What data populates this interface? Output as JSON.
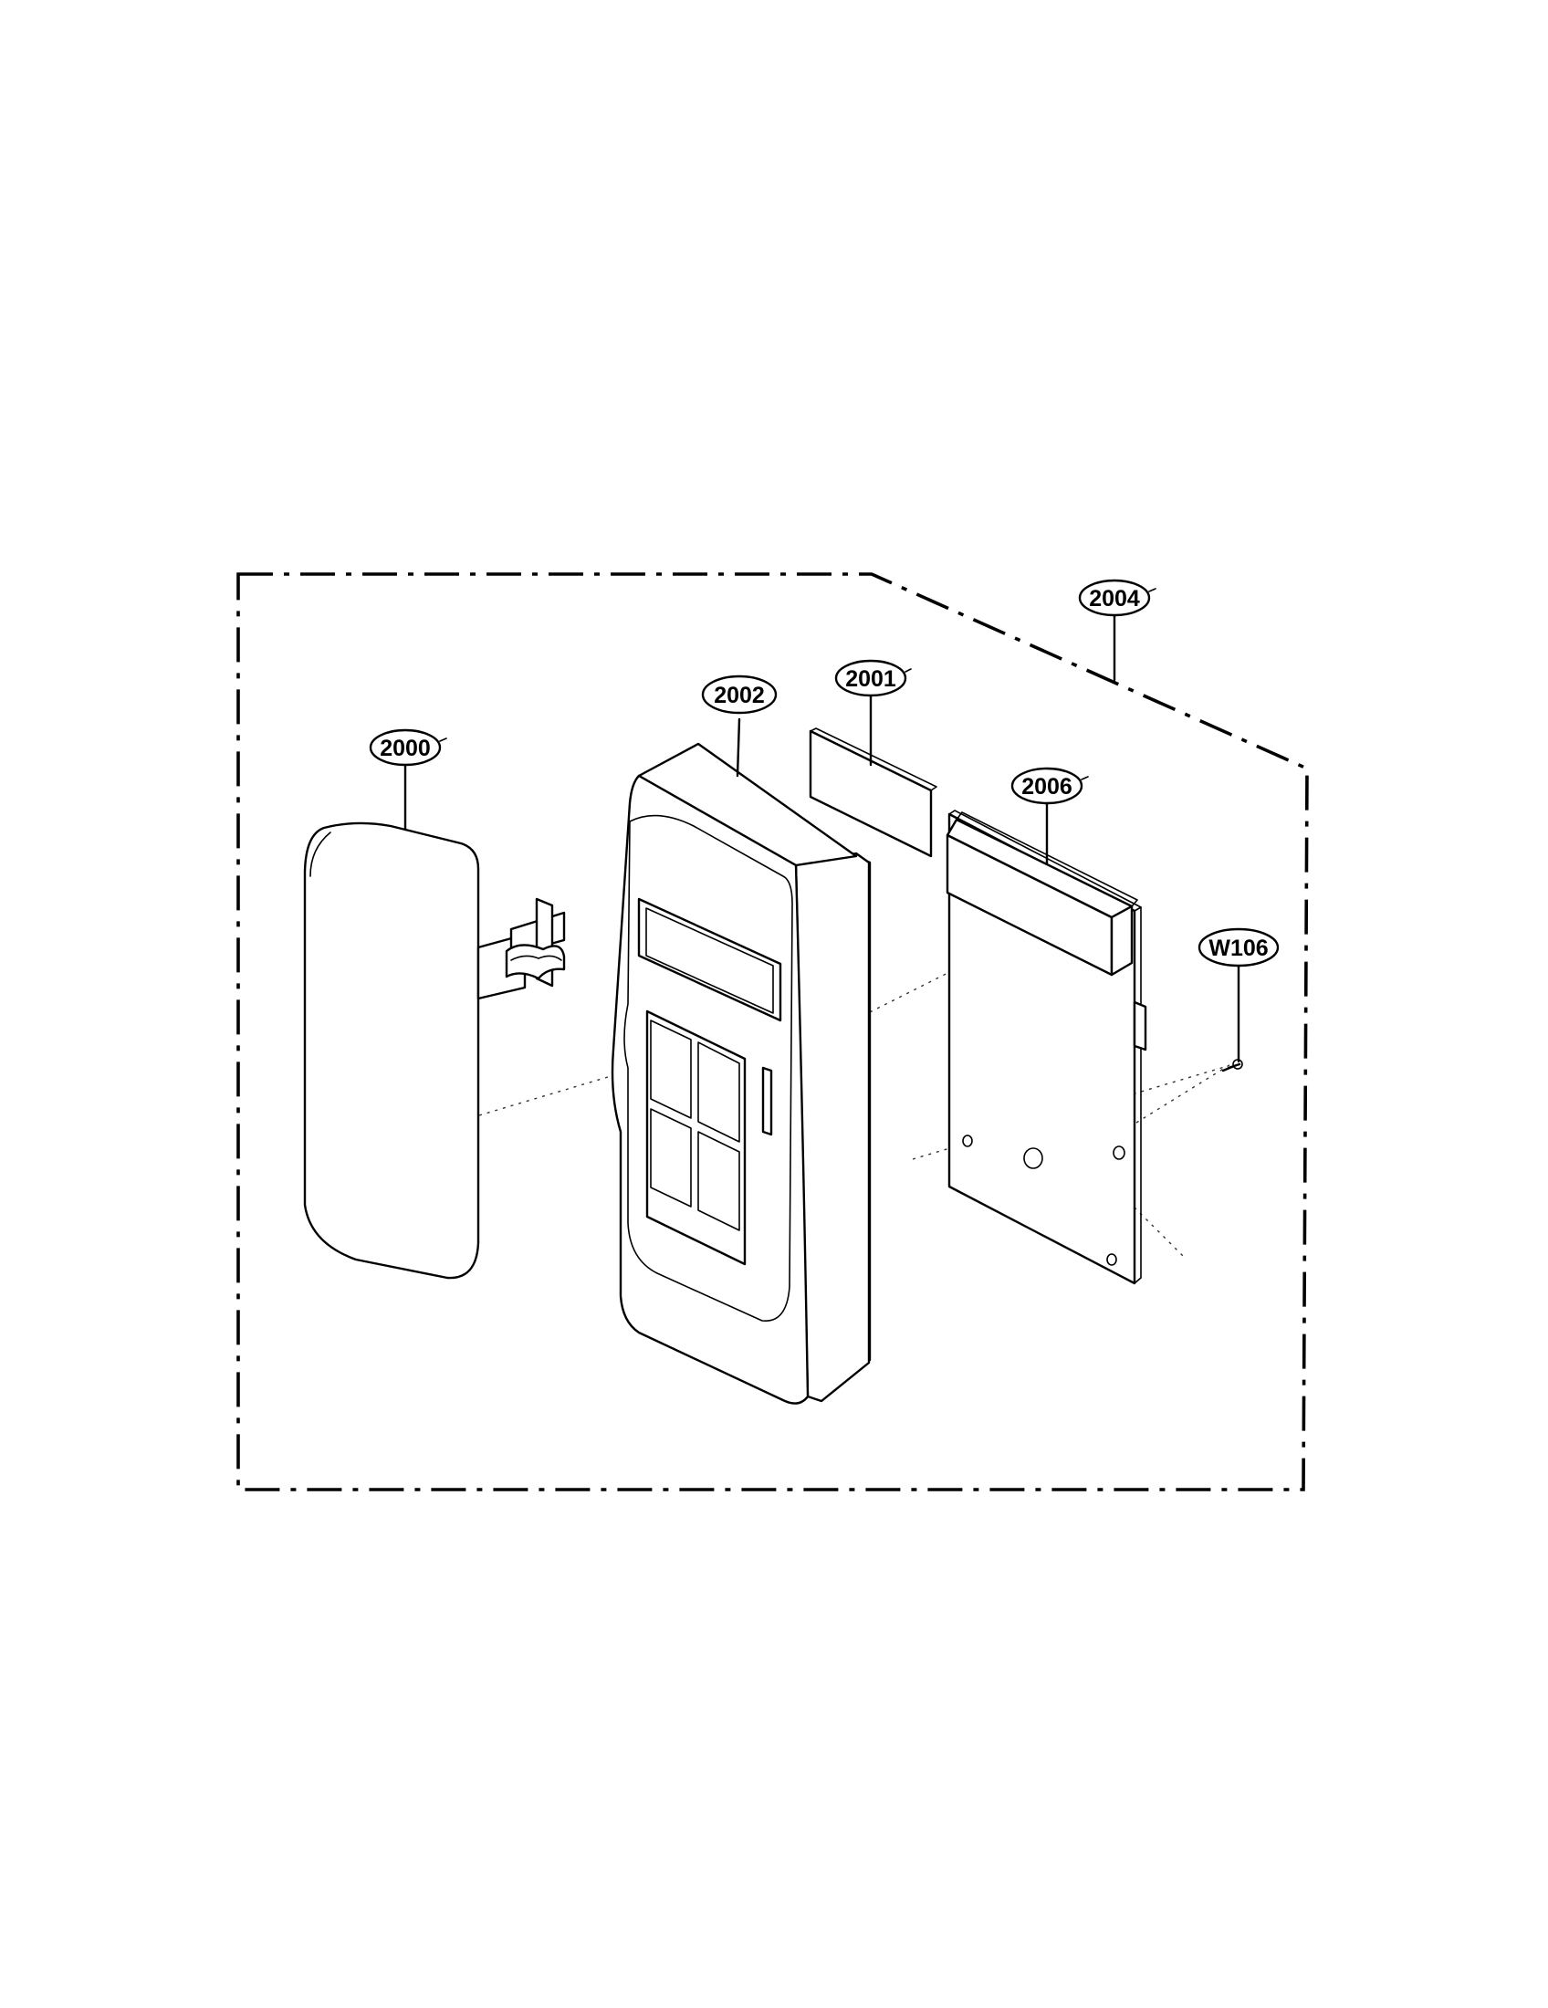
{
  "callouts": {
    "c2000": "2000",
    "c2001": "2001",
    "c2002": "2002",
    "c2004": "2004",
    "c2006": "2006",
    "cW106": "W106"
  }
}
